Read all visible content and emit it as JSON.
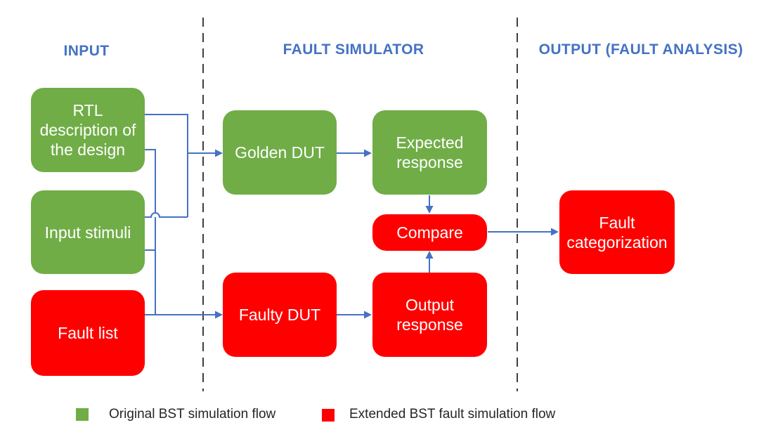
{
  "sections": [
    {
      "label": "INPUT"
    },
    {
      "label": "FAULT SIMULATOR"
    },
    {
      "label": "OUTPUT (FAULT ANALYSIS)"
    }
  ],
  "nodes": {
    "rtl": {
      "label": "RTL\ndescription of\nthe design",
      "flow": "original"
    },
    "input_stimuli": {
      "label": "Input stimuli",
      "flow": "original"
    },
    "fault_list": {
      "label": "Fault list",
      "flow": "extended"
    },
    "golden_dut": {
      "label": "Golden DUT",
      "flow": "original"
    },
    "expected_response": {
      "label": "Expected\nresponse",
      "flow": "original"
    },
    "compare": {
      "label": "Compare",
      "flow": "extended"
    },
    "faulty_dut": {
      "label": "Faulty DUT",
      "flow": "extended"
    },
    "output_response": {
      "label": "Output\nresponse",
      "flow": "extended"
    },
    "fault_categorization": {
      "label": "Fault\ncategorization",
      "flow": "extended"
    }
  },
  "legend": {
    "items": [
      {
        "swatch_color": "#70AD47",
        "label": "Original BST simulation flow"
      },
      {
        "swatch_color": "#FF0000",
        "label": "Extended BST fault simulation flow"
      }
    ]
  },
  "colors": {
    "original_flow_green": "#70AD47",
    "extended_flow_red": "#FF0000",
    "connector_blue": "#4472C4",
    "section_header_blue": "#4472C4",
    "divider_gray": "#3F3F3F",
    "node_text_white": "#FFFFFF",
    "legend_text_dark": "#262626"
  }
}
